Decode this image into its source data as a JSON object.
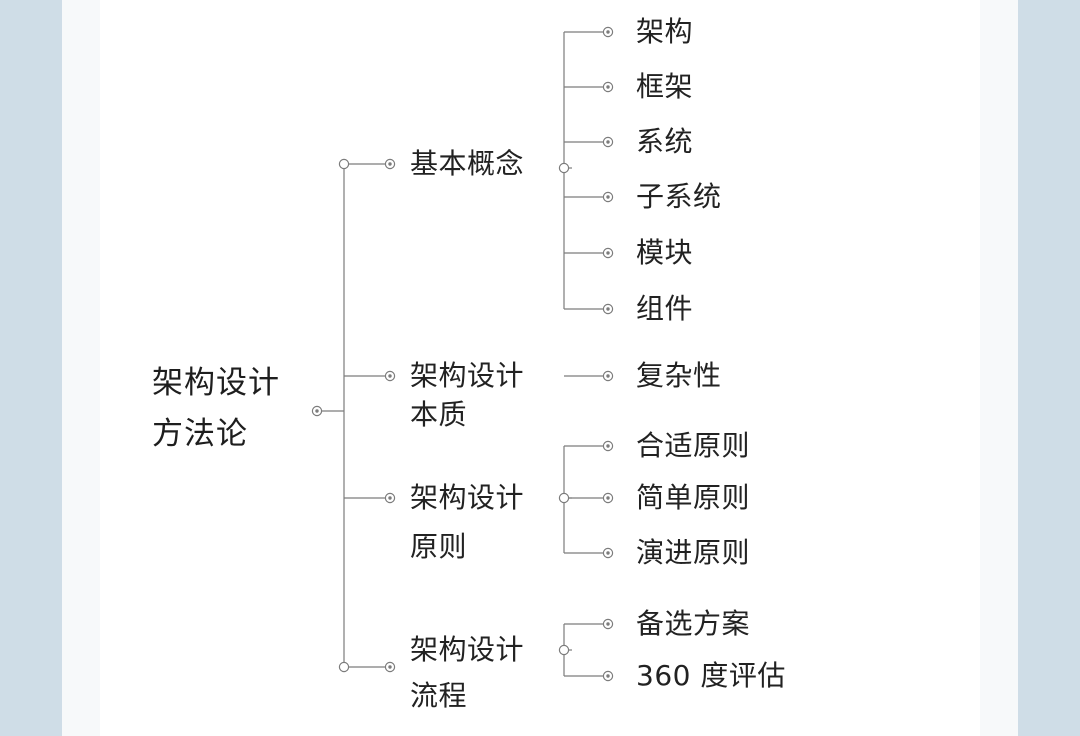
{
  "mindmap": {
    "root": {
      "line1": "架构设计",
      "line2": "方法论"
    },
    "branches": [
      {
        "id": "basic",
        "label_lines": [
          "基本概念"
        ],
        "children": [
          "架构",
          "框架",
          "系统",
          "子系统",
          "模块",
          "组件"
        ]
      },
      {
        "id": "essence",
        "label_lines": [
          "架构设计",
          "本质"
        ],
        "children": [
          "复杂性"
        ]
      },
      {
        "id": "principles",
        "label_lines": [
          "架构设计",
          "原则"
        ],
        "children": [
          "合适原则",
          "简单原则",
          "演进原则"
        ]
      },
      {
        "id": "process",
        "label_lines": [
          "架构设计",
          "流程"
        ],
        "children": [
          "备选方案",
          "360 度评估"
        ]
      }
    ]
  }
}
